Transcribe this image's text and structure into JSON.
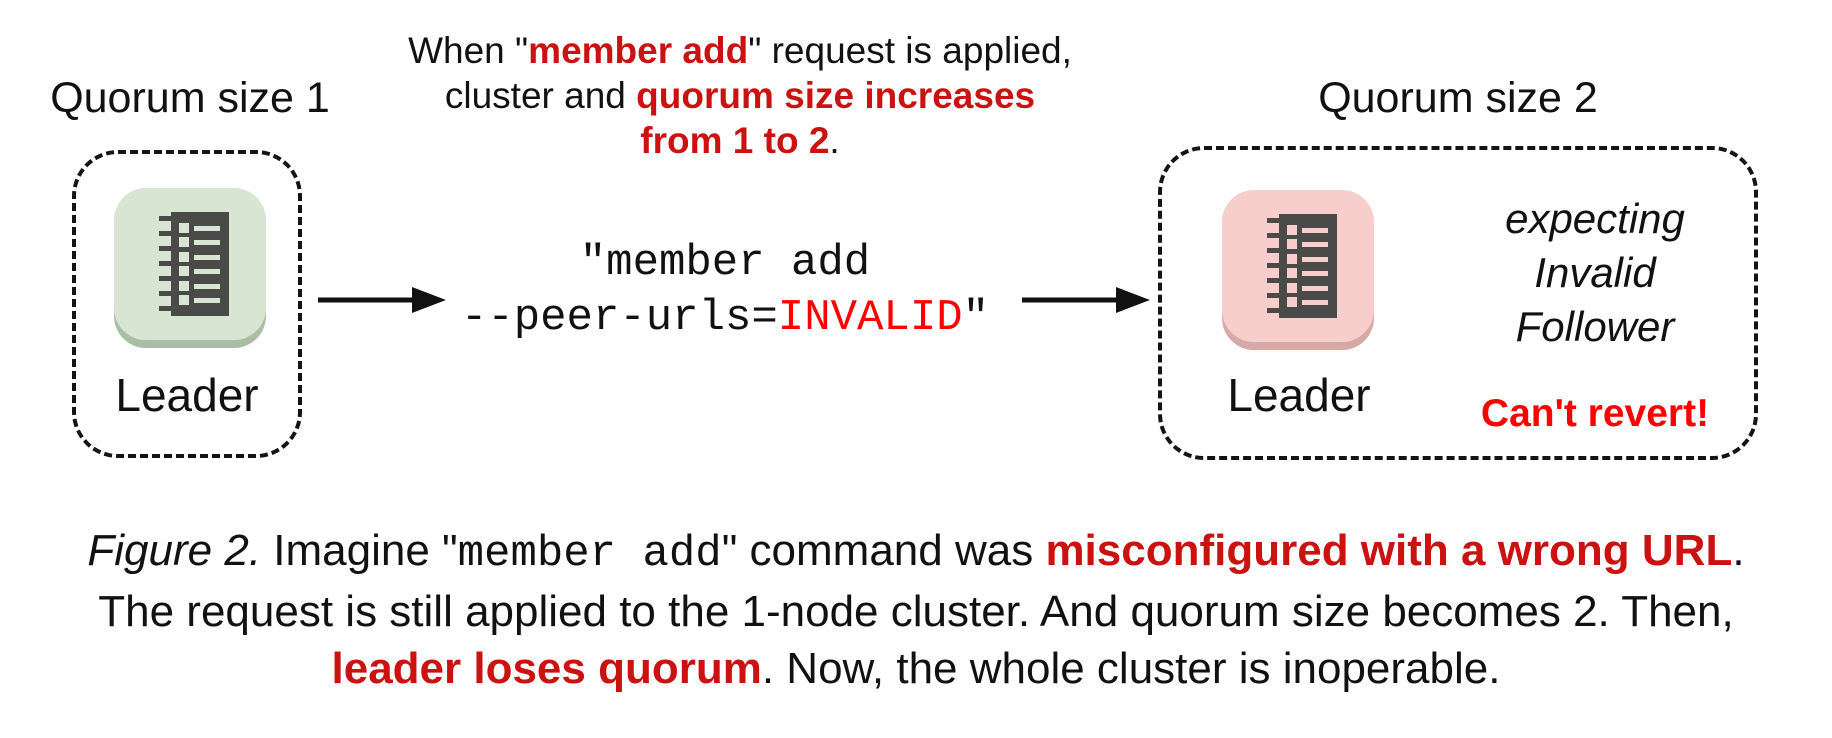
{
  "colors": {
    "red_dark": "#cc1111",
    "red_bright": "#fe0000",
    "green_bg": "#d8e5d2",
    "green_rim": "#a9bea4",
    "pink_bg": "#f7cecb",
    "pink_rim": "#d6a9a7",
    "glyph": "#4a4a48",
    "line": "#141414"
  },
  "left_cluster": {
    "title": "Quorum size 1",
    "node_label": "Leader"
  },
  "right_cluster": {
    "title": "Quorum size 2",
    "node_label": "Leader",
    "side_note_lines": [
      "expecting",
      "Invalid",
      "Follower"
    ],
    "warning": "Can't revert!"
  },
  "explain_lines": [
    [
      {
        "text": "When \"",
        "style": "plain"
      },
      {
        "text": "member add",
        "style": "red"
      },
      {
        "text": "\" request is applied,",
        "style": "plain"
      }
    ],
    [
      {
        "text": "cluster and ",
        "style": "plain"
      },
      {
        "text": "quorum size increases",
        "style": "red"
      }
    ],
    [
      {
        "text": "from 1 to 2",
        "style": "red"
      },
      {
        "text": ".",
        "style": "plain"
      }
    ]
  ],
  "command_lines": [
    [
      {
        "text": "\"member add",
        "style": "code"
      }
    ],
    [
      {
        "text": "--peer-urls=",
        "style": "code"
      },
      {
        "text": "INVALID",
        "style": "codered"
      },
      {
        "text": "\"",
        "style": "code"
      }
    ]
  ],
  "caption_lines": [
    [
      {
        "text": "Figure 2.",
        "style": "italic"
      },
      {
        "text": " Imagine \"",
        "style": "plain"
      },
      {
        "text": "member add",
        "style": "code"
      },
      {
        "text": "\" command was ",
        "style": "plain"
      },
      {
        "text": "misconfigured with a wrong URL",
        "style": "red"
      },
      {
        "text": ".",
        "style": "plain"
      }
    ],
    [
      {
        "text": "The request is still applied to the 1-node cluster. And quorum size becomes 2. Then,",
        "style": "plain"
      }
    ],
    [
      {
        "text": "leader loses quorum",
        "style": "red"
      },
      {
        "text": ". Now, the whole cluster is inoperable.",
        "style": "plain"
      }
    ]
  ]
}
